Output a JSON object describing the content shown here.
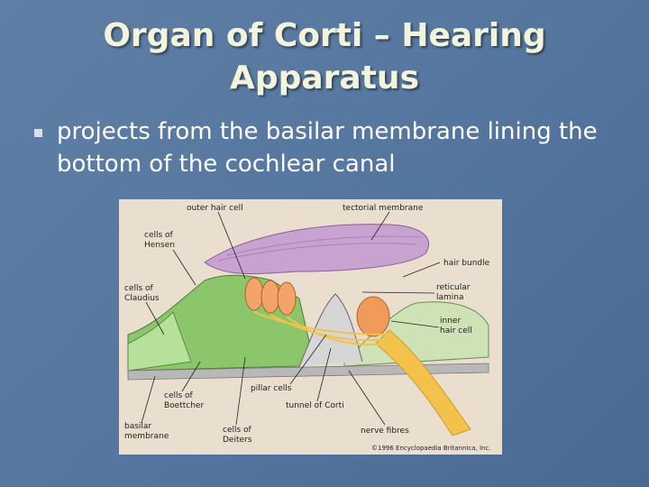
{
  "slide": {
    "title_line1": "Organ of Corti – Hearing",
    "title_line2": "Apparatus",
    "bullet_text": "projects from the basilar membrane lining the bottom of the cochlear canal",
    "bullet_icon": "square-bullet-icon",
    "colors": {
      "background": "#5a7ba3",
      "title": "#f2f4dc",
      "text": "#ffffff"
    }
  },
  "figure": {
    "labels": {
      "outer_hair_cell": "outer hair cell",
      "tectorial_membrane": "tectorial membrane",
      "cells_of_hensen_1": "cells of",
      "cells_of_hensen_2": "Hensen",
      "hair_bundle": "hair bundle",
      "cells_of_claudius_1": "cells of",
      "cells_of_claudius_2": "Claudius",
      "reticular_lamina_1": "reticular",
      "reticular_lamina_2": "lamina",
      "inner_hair_cell_1": "inner",
      "inner_hair_cell_2": "hair cell",
      "pillar_cells": "pillar cells",
      "cells_of_boettcher_1": "cells of",
      "cells_of_boettcher_2": "Boettcher",
      "tunnel_of_corti": "tunnel of Corti",
      "basilar_membrane_1": "basilar",
      "basilar_membrane_2": "membrane",
      "cells_of_deiters_1": "cells of",
      "cells_of_deiters_2": "Deiters",
      "nerve_fibres": "nerve fibres",
      "copyright": "©1996 Encyclopaedia Britannica, Inc."
    }
  }
}
